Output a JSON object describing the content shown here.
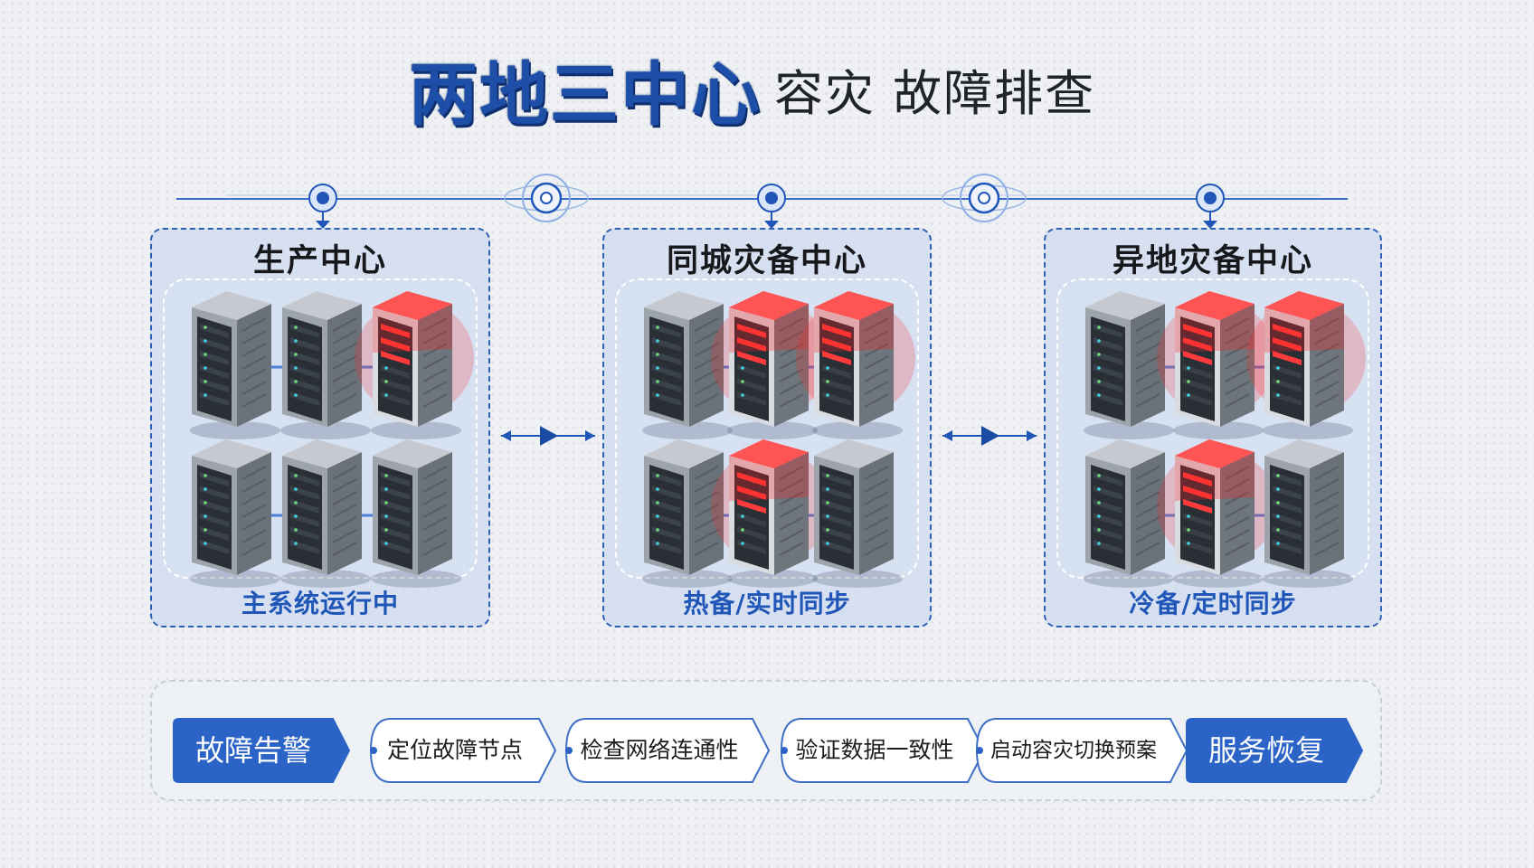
{
  "title": {
    "main": "两地三中心",
    "sub": "容灾 故障排查"
  },
  "colors": {
    "accent": "#1f56b8",
    "fault": "#e63b3b",
    "server": "#5f6670"
  },
  "centers": [
    {
      "name": "生产中心",
      "status": "主系统运行中",
      "faulty": [
        2
      ]
    },
    {
      "name": "同城灾备中心",
      "status": "热备/实时同步",
      "faulty": [
        1,
        2,
        4
      ]
    },
    {
      "name": "异地灾备中心",
      "status": "冷备/定时同步",
      "faulty": [
        1,
        2,
        4
      ]
    }
  ],
  "flow": {
    "steps": [
      {
        "label": "故障告警",
        "style": "filled"
      },
      {
        "label": "定位故障节点",
        "style": "outline"
      },
      {
        "label": "检查网络连通性",
        "style": "outline"
      },
      {
        "label": "验证数据一致性",
        "style": "outline"
      },
      {
        "label": "启动容灾切换预案",
        "style": "outline"
      },
      {
        "label": "服务恢复",
        "style": "filled"
      }
    ]
  },
  "icons": {
    "pin": "location-pin-icon",
    "sync": "sync-ring-icon",
    "link": "bidirectional-arrow-icon",
    "server": "server-rack-icon"
  }
}
